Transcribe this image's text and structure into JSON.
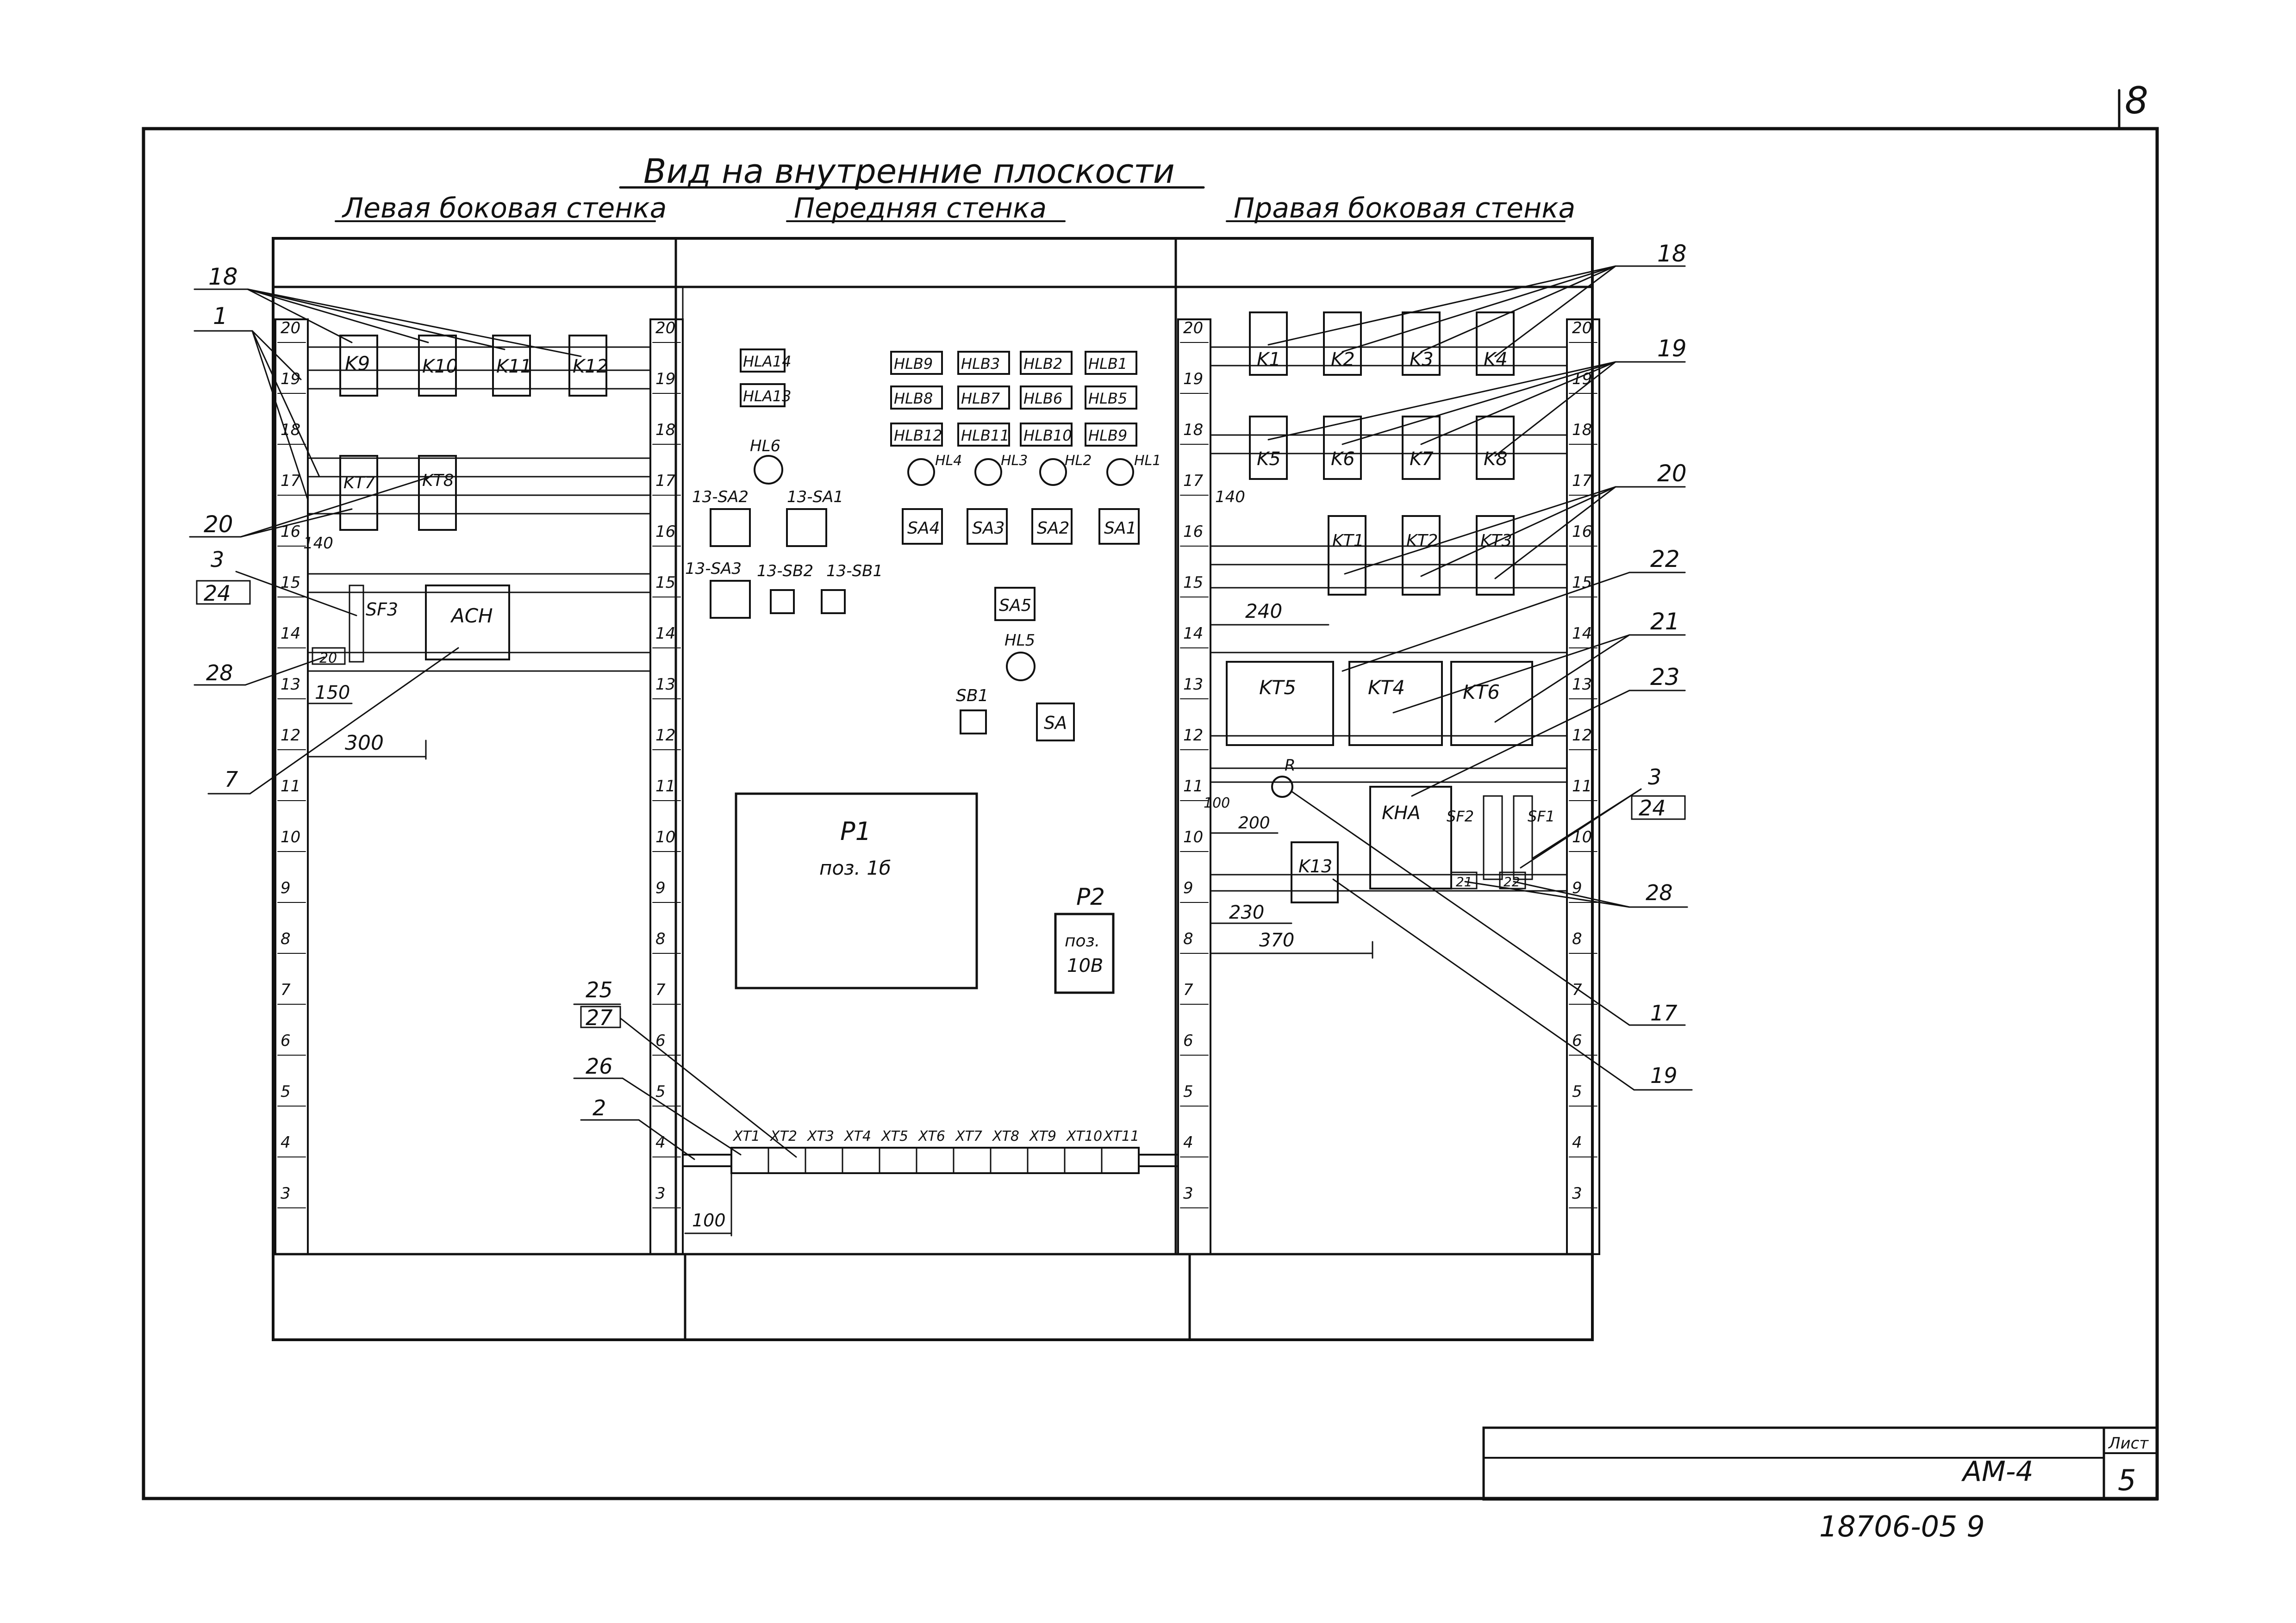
{
  "sheet_mark": "8",
  "title": "Вид на внутренние плоскости",
  "panels": {
    "left": "Левая боковая стенка",
    "front": "Передняя стенка",
    "right": "Правая боковая стенка"
  },
  "left_wall": {
    "relays": [
      "K9",
      "K10",
      "K11",
      "K12"
    ],
    "timers": [
      "KT7",
      "KT8"
    ],
    "sf3": "SF3",
    "ach": "ACH",
    "terminal": "20",
    "dims": [
      "140",
      "150",
      "300"
    ],
    "callouts": [
      "18",
      "1",
      "20",
      "3",
      "24",
      "28",
      "7"
    ]
  },
  "front_wall": {
    "lamps_a": [
      "HLA14",
      "HLA13"
    ],
    "lamps_b": [
      "HLB9",
      "HLB3",
      "HLB2",
      "HLB1",
      "HLB8",
      "HLB7",
      "HLB6",
      "HLB5",
      "HLB12",
      "HLB11",
      "HLB10",
      "HLB9"
    ],
    "lamp_labels": [
      "HL6",
      "HL4",
      "HL3",
      "HL2",
      "HL1",
      "HL5"
    ],
    "switches": [
      "13-SA2",
      "13-SA1",
      "13-SA3",
      "13-SB2",
      "13-SB1"
    ],
    "sa": [
      "SA4",
      "SA3",
      "SA2",
      "SA1",
      "SA5",
      "SA"
    ],
    "sb1": "SB1",
    "p1_name": "P1",
    "p1_pos": "поз. 1б",
    "p2_name": "P2",
    "p2_pos": "поз.",
    "p2_val": "10В",
    "terminals": [
      "XT1",
      "XT2",
      "XT3",
      "XT4",
      "XT5",
      "XT6",
      "XT7",
      "XT8",
      "XT9",
      "XT10",
      "XT11"
    ],
    "dim": "100",
    "callouts": [
      "25",
      "27",
      "26",
      "2"
    ]
  },
  "right_wall": {
    "relays1": [
      "K1",
      "K2",
      "K3",
      "K4"
    ],
    "relays2": [
      "K5",
      "K6",
      "K7",
      "K8"
    ],
    "timers1": [
      "KT1",
      "KT2",
      "KT3"
    ],
    "timers2": [
      "KT5",
      "KT4",
      "KT6"
    ],
    "kna": "KHA",
    "sf2": "SF2",
    "sf1": "SF1",
    "k13": "K13",
    "r": "R",
    "terminals": [
      "21",
      "22"
    ],
    "dims": [
      "140",
      "240",
      "100",
      "200",
      "230",
      "370"
    ],
    "callouts": [
      "18",
      "19",
      "20",
      "22",
      "21",
      "23",
      "3",
      "24",
      "28",
      "17",
      "19"
    ]
  },
  "scale_left": [
    "20",
    "19",
    "18",
    "17",
    "16",
    "15",
    "14",
    "13",
    "12",
    "11",
    "10",
    "9",
    "8",
    "7",
    "6",
    "5",
    "4",
    "3"
  ],
  "scale_right": [
    "20",
    "19",
    "18",
    "17",
    "16",
    "15",
    "14",
    "13",
    "12",
    "11",
    "10",
    "9",
    "8",
    "7",
    "6",
    "5",
    "4",
    "3"
  ],
  "stamp": {
    "label": "Лист",
    "doc": "АМ-4",
    "sheet": "5"
  },
  "footer_code": "18706-05 9"
}
